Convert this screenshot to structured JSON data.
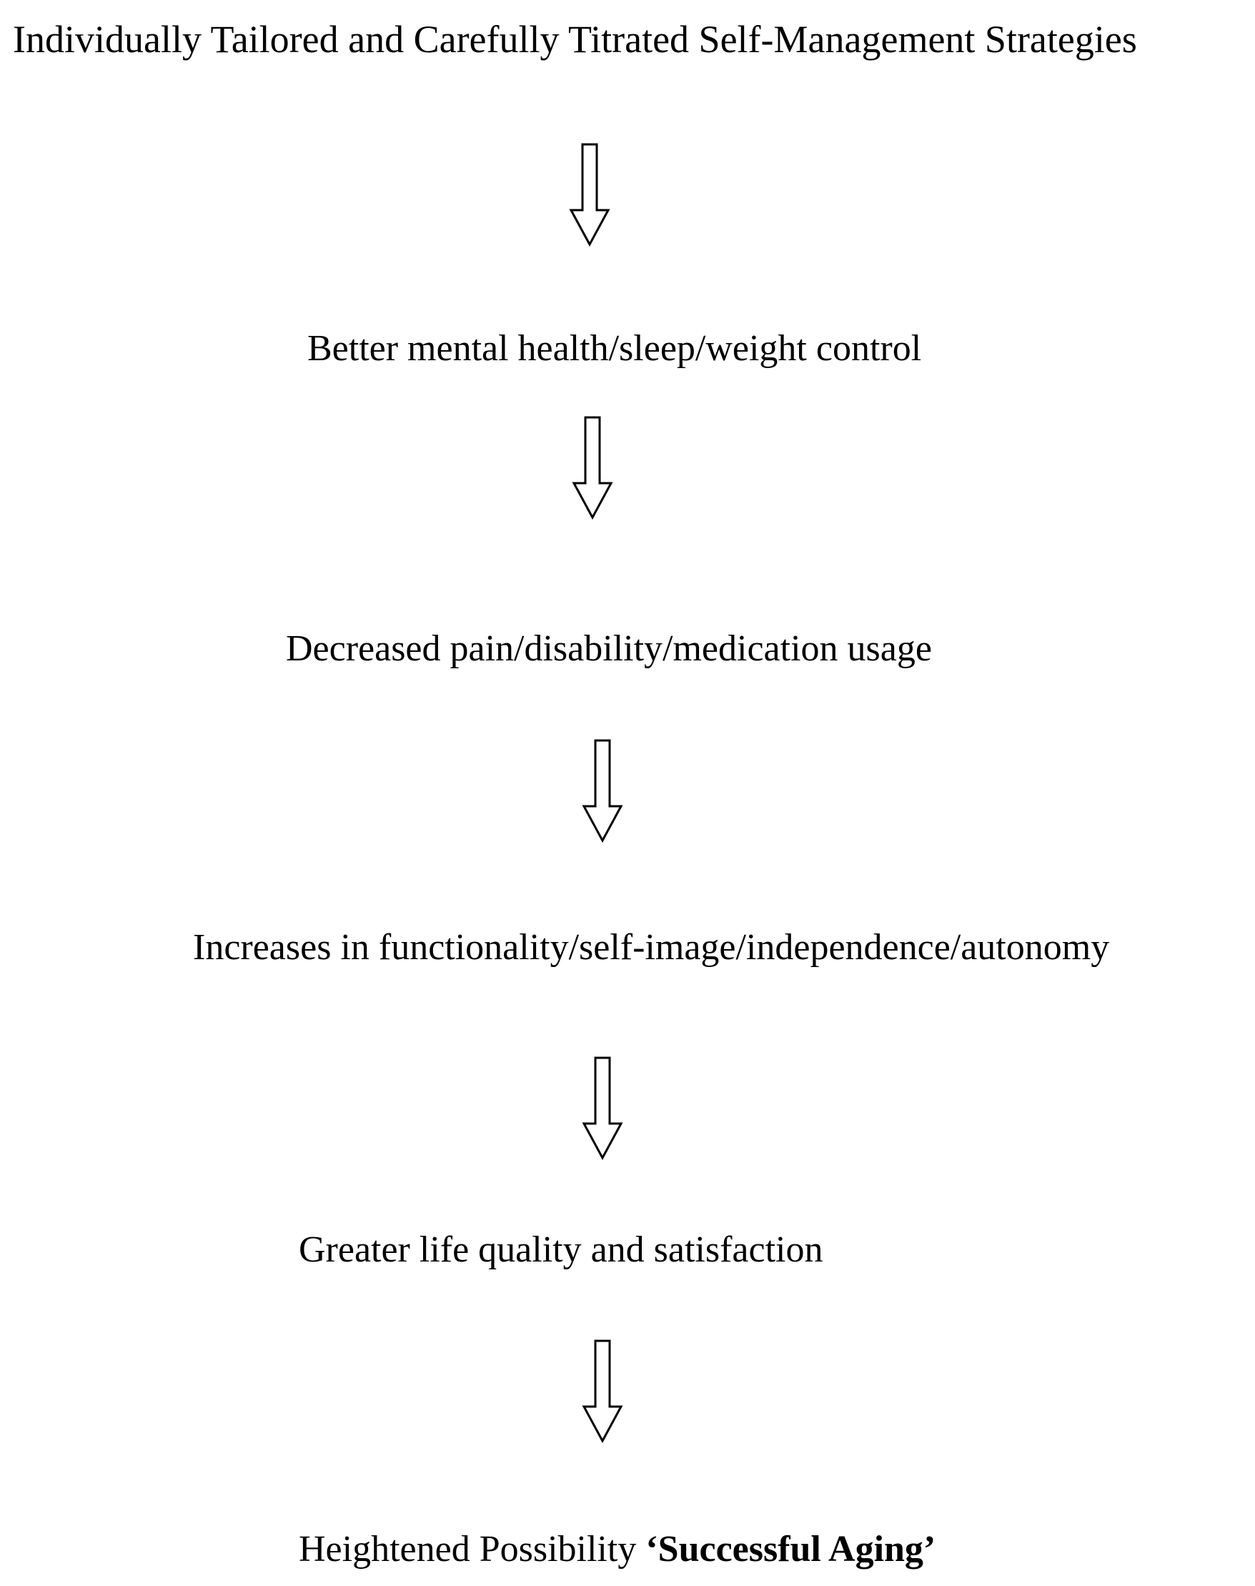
{
  "steps": [
    {
      "text": "Individually Tailored and Carefully Titrated Self-Management Strategies"
    },
    {
      "text": "Better mental health/sleep/weight control"
    },
    {
      "text": "Decreased pain/disability/medication usage"
    },
    {
      "text": "Increases in functionality/self-image/independence/autonomy"
    },
    {
      "text": "Greater life quality and satisfaction"
    },
    {
      "text": "Heightened Possibility ",
      "emphasis": "‘Successful Aging’"
    }
  ],
  "arrow_icon": "down-outline-arrow-icon",
  "colors": {
    "text": "#000000",
    "arrow_stroke": "#000000",
    "background": "#ffffff"
  }
}
